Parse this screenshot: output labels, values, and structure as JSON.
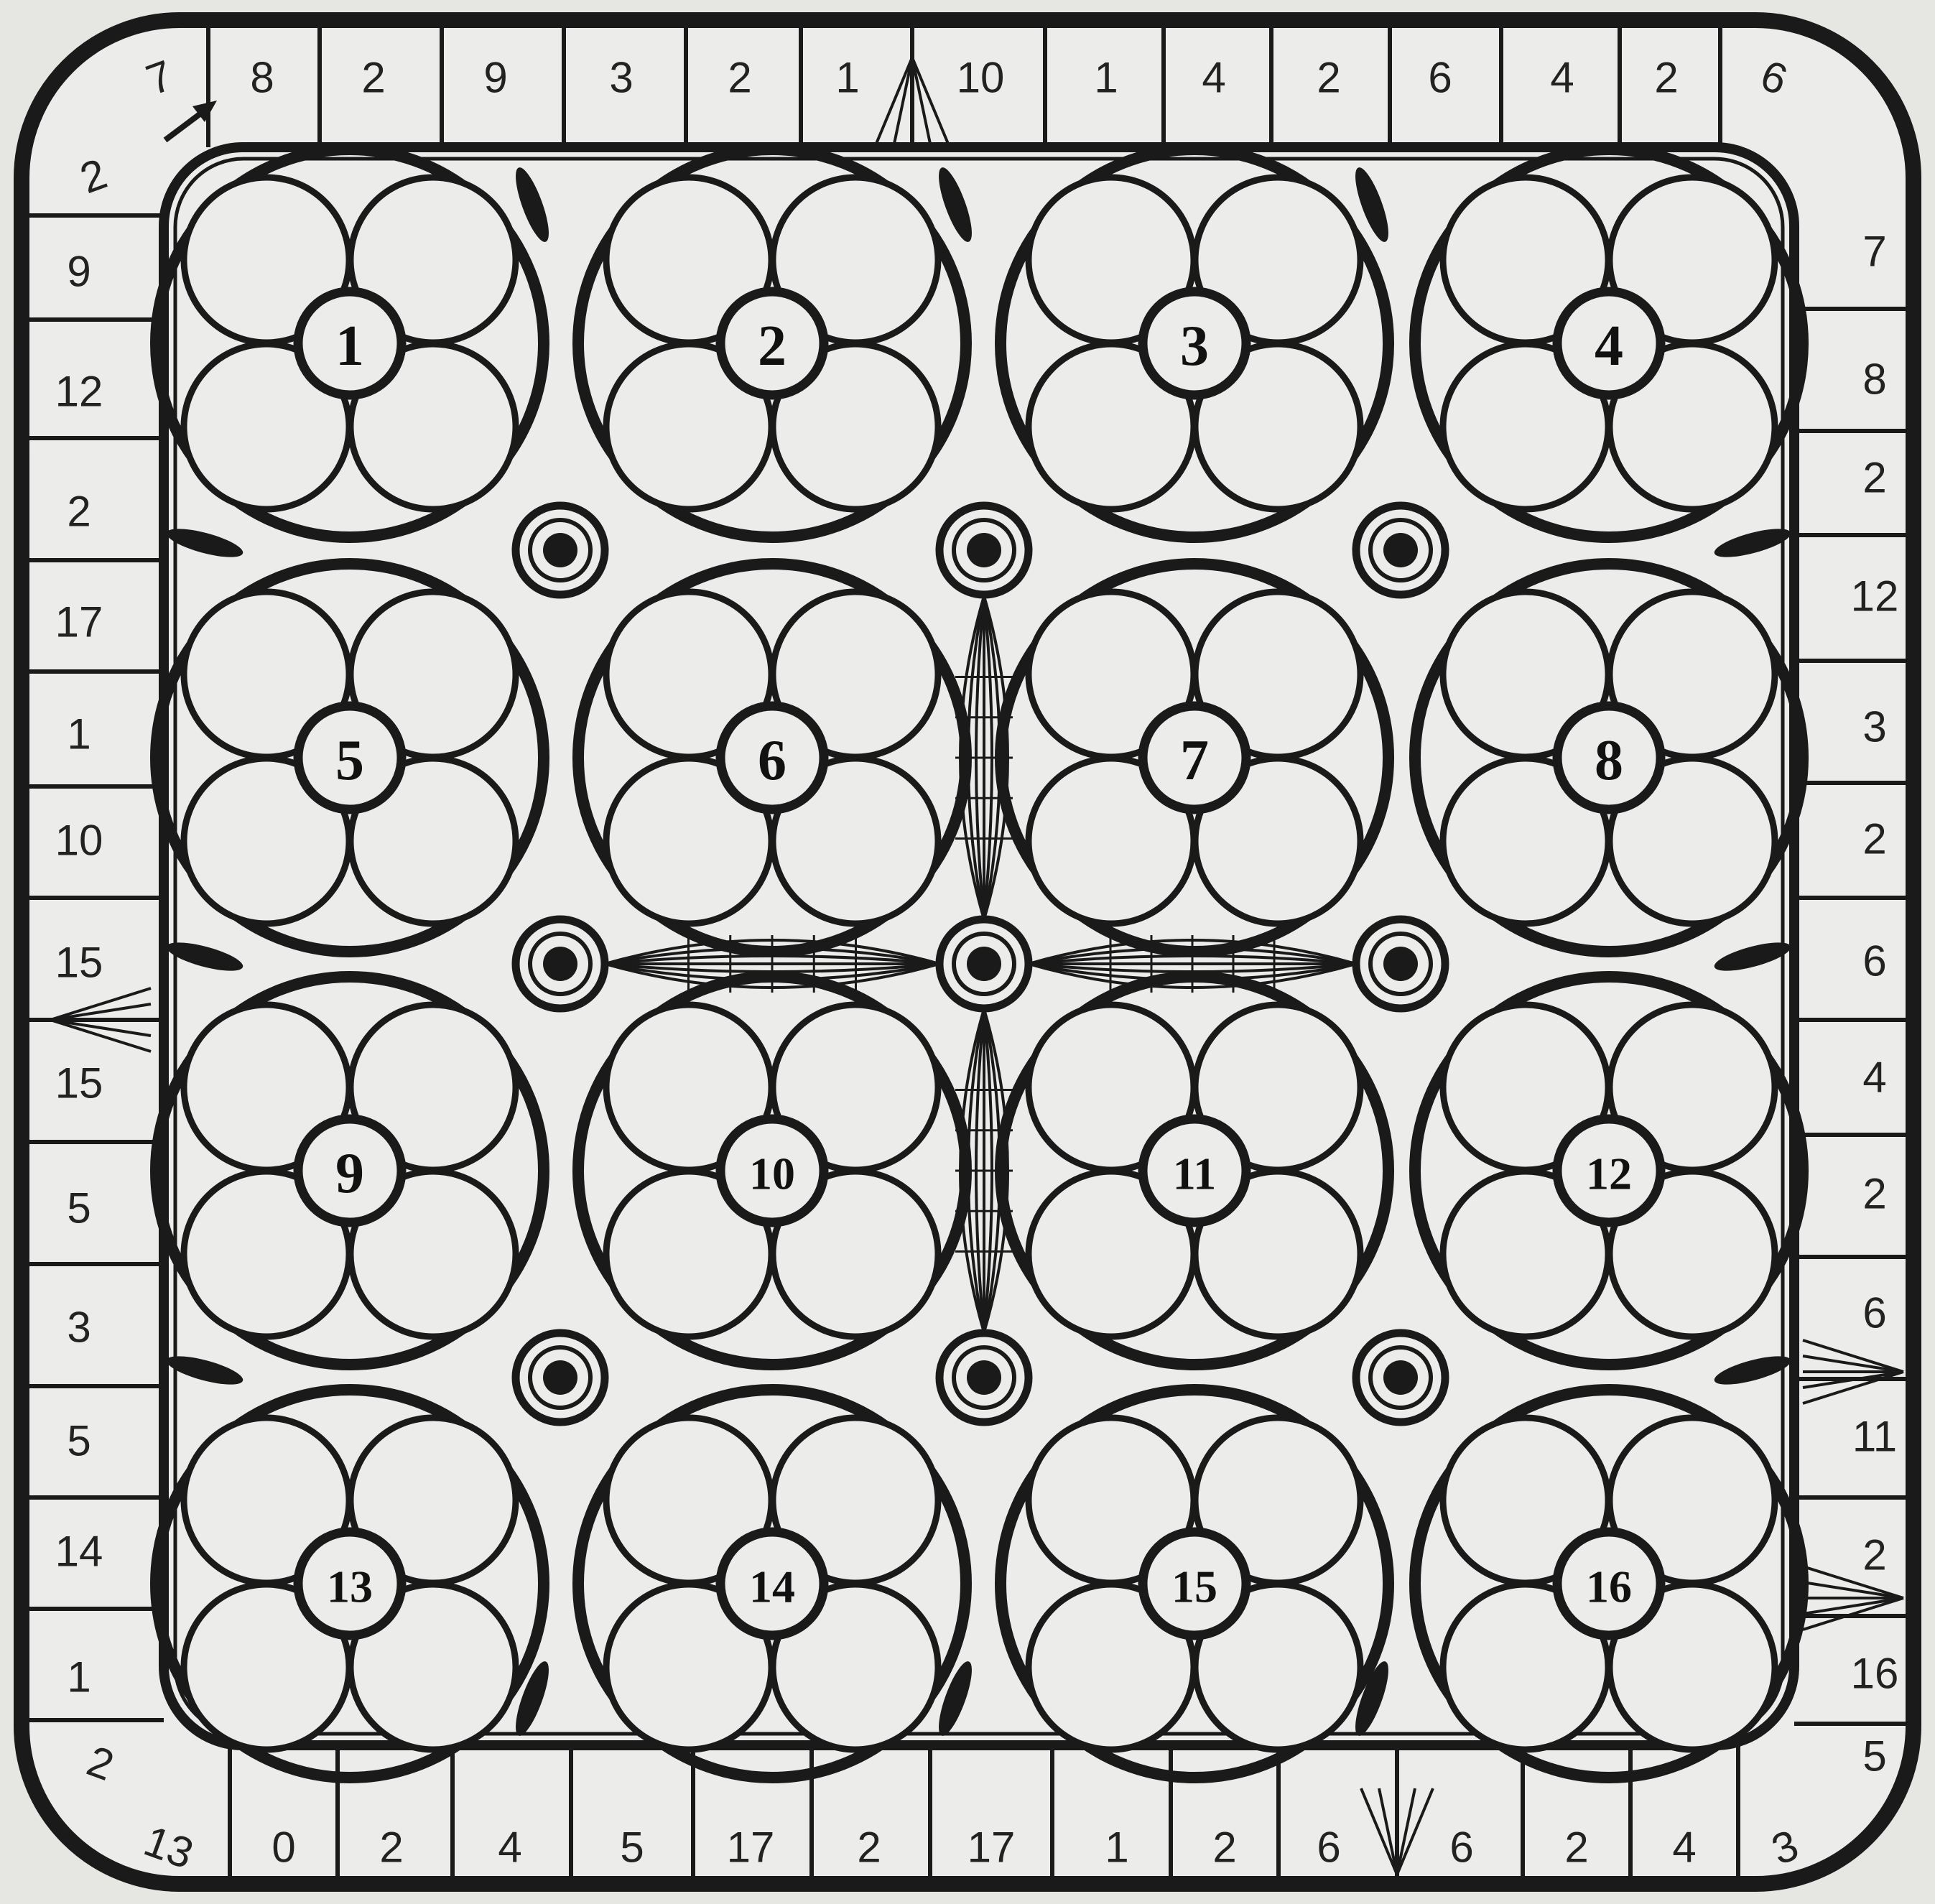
{
  "colors": {
    "paper": "#e6e6e3",
    "ink": "#1a1a1a",
    "fill": "#ececea"
  },
  "border": {
    "top": [
      "7",
      "8",
      "2",
      "9",
      "3",
      "2",
      "1",
      "10",
      "1",
      "4",
      "2",
      "6",
      "4",
      "2",
      "6"
    ],
    "right": [
      "7",
      "8",
      "2",
      "12",
      "3",
      "2",
      "6",
      "4",
      "2",
      "6",
      "11",
      "2",
      "16",
      "5"
    ],
    "bottom": [
      "13",
      "0",
      "2",
      "4",
      "5",
      "17",
      "2",
      "17",
      "1",
      "2",
      "6",
      "6",
      "2",
      "4",
      "3"
    ],
    "left": [
      "2",
      "9",
      "12",
      "2",
      "17",
      "1",
      "10",
      "15",
      "15",
      "5",
      "3",
      "5",
      "14",
      "1",
      "2"
    ]
  },
  "flowers": [
    "1",
    "2",
    "3",
    "4",
    "5",
    "6",
    "7",
    "8",
    "9",
    "10",
    "11",
    "12",
    "13",
    "14",
    "15",
    "16"
  ],
  "icons": {
    "start_arrow": "arrow-icon",
    "junction": "ring-icon",
    "web": "web-icon"
  }
}
